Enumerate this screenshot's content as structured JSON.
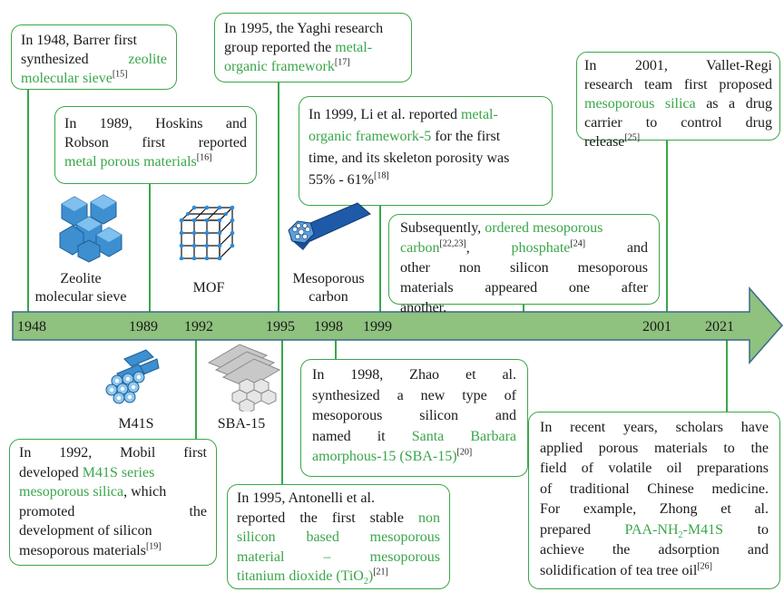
{
  "colors": {
    "accent_green": "#3aa64a",
    "timeline_fill": "#8fc17f",
    "timeline_edge": "#3a6a8a",
    "icon_blue": "#2f7fc0"
  },
  "years": [
    "1948",
    "1989",
    "1992",
    "1995",
    "1998",
    "1999",
    "2001",
    "2021"
  ],
  "labels": {
    "zeolite": [
      "Zeolite",
      "molecular sieve"
    ],
    "mof": "MOF",
    "mesoporous_carbon": [
      "Mesoporous",
      "carbon"
    ],
    "m41s": "M41S",
    "sba15": "SBA-15"
  },
  "boxes": {
    "b1948": {
      "t1": "In 1948, Barrer first",
      "t2a": "synthesized",
      "t2b": "zeolite",
      "t3a": "molecular sieve",
      "ref": "[15]"
    },
    "b1995top": {
      "t1": "In 1995, the Yaghi research",
      "t2a": "group reported the",
      "t2b": "metal-",
      "t3a": "organic framework",
      "ref": "[17]"
    },
    "b2001": {
      "t1": "In 2001, Vallet-Regi",
      "t2": "research team first proposed",
      "t3a": "mesoporous silica",
      "t3b": "as a drug",
      "t4": "carrier to control drug",
      "t5": "release",
      "ref": "[25]"
    },
    "b1989": {
      "t1": "In 1989, Hoskins and",
      "t2": "Robson first reported",
      "t3a": "metal porous materials",
      "ref": "[16]"
    },
    "b1999": {
      "t1a": "In 1999, Li et al. reported",
      "t1b": "metal-",
      "t2a": "organic framework-5",
      "t2b": "for the first",
      "t3": "time, and its skeleton porosity was",
      "t4": "55% - 61%",
      "ref": "[18]"
    },
    "bsubseq": {
      "t1a": "Subsequently,",
      "t1b": "ordered mesoporous",
      "t2a": "carbon",
      "ref1": "[22,23]",
      "t2b": "phosphate",
      "ref2": "[24]",
      "t2c": "and",
      "t3": "other non silicon mesoporous",
      "t4": "materials appeared one after",
      "t5": "another."
    },
    "b1998": {
      "t1": "In 1998, Zhao et al.",
      "t2": "synthesized a new type of",
      "t3": "mesoporous silicon and",
      "t4a": "named it",
      "t4b": "Santa Barbara",
      "t5a": "amorphous-15 (SBA-15)",
      "ref": "[20]"
    },
    "b1992": {
      "t1": "In 1992, Mobil first",
      "t2a": "developed",
      "t2b": "M41S series",
      "t3a": "mesoporous silica",
      "t3b": ", which",
      "t4": "promoted the",
      "t5": "development of silicon",
      "t6": "mesoporous materials",
      "ref": "[19]"
    },
    "b1995bot": {
      "t1a": "In 1995, Antonelli et al.",
      "t2a": "reported the first stable",
      "t2b": "non",
      "t3": "silicon based mesoporous",
      "t4": "material – mesoporous",
      "t5a": "titanium dioxide (TiO",
      "t5sub": "2",
      "t5b": ")",
      "ref": "[21]"
    },
    "b2021": {
      "t1": "In recent years, scholars have",
      "t2": "applied porous materials to the",
      "t3": "field of volatile oil preparations",
      "t4": "of traditional Chinese medicine.",
      "t5": "For example, Zhong et al.",
      "t6a": "prepared",
      "t6b": "PAA-NH",
      "t6sub": "2",
      "t6c": "-M41S",
      "t6d": "to",
      "t7": "achieve the adsorption and",
      "t8": "solidification of tea tree oil",
      "ref": "[26]"
    }
  }
}
